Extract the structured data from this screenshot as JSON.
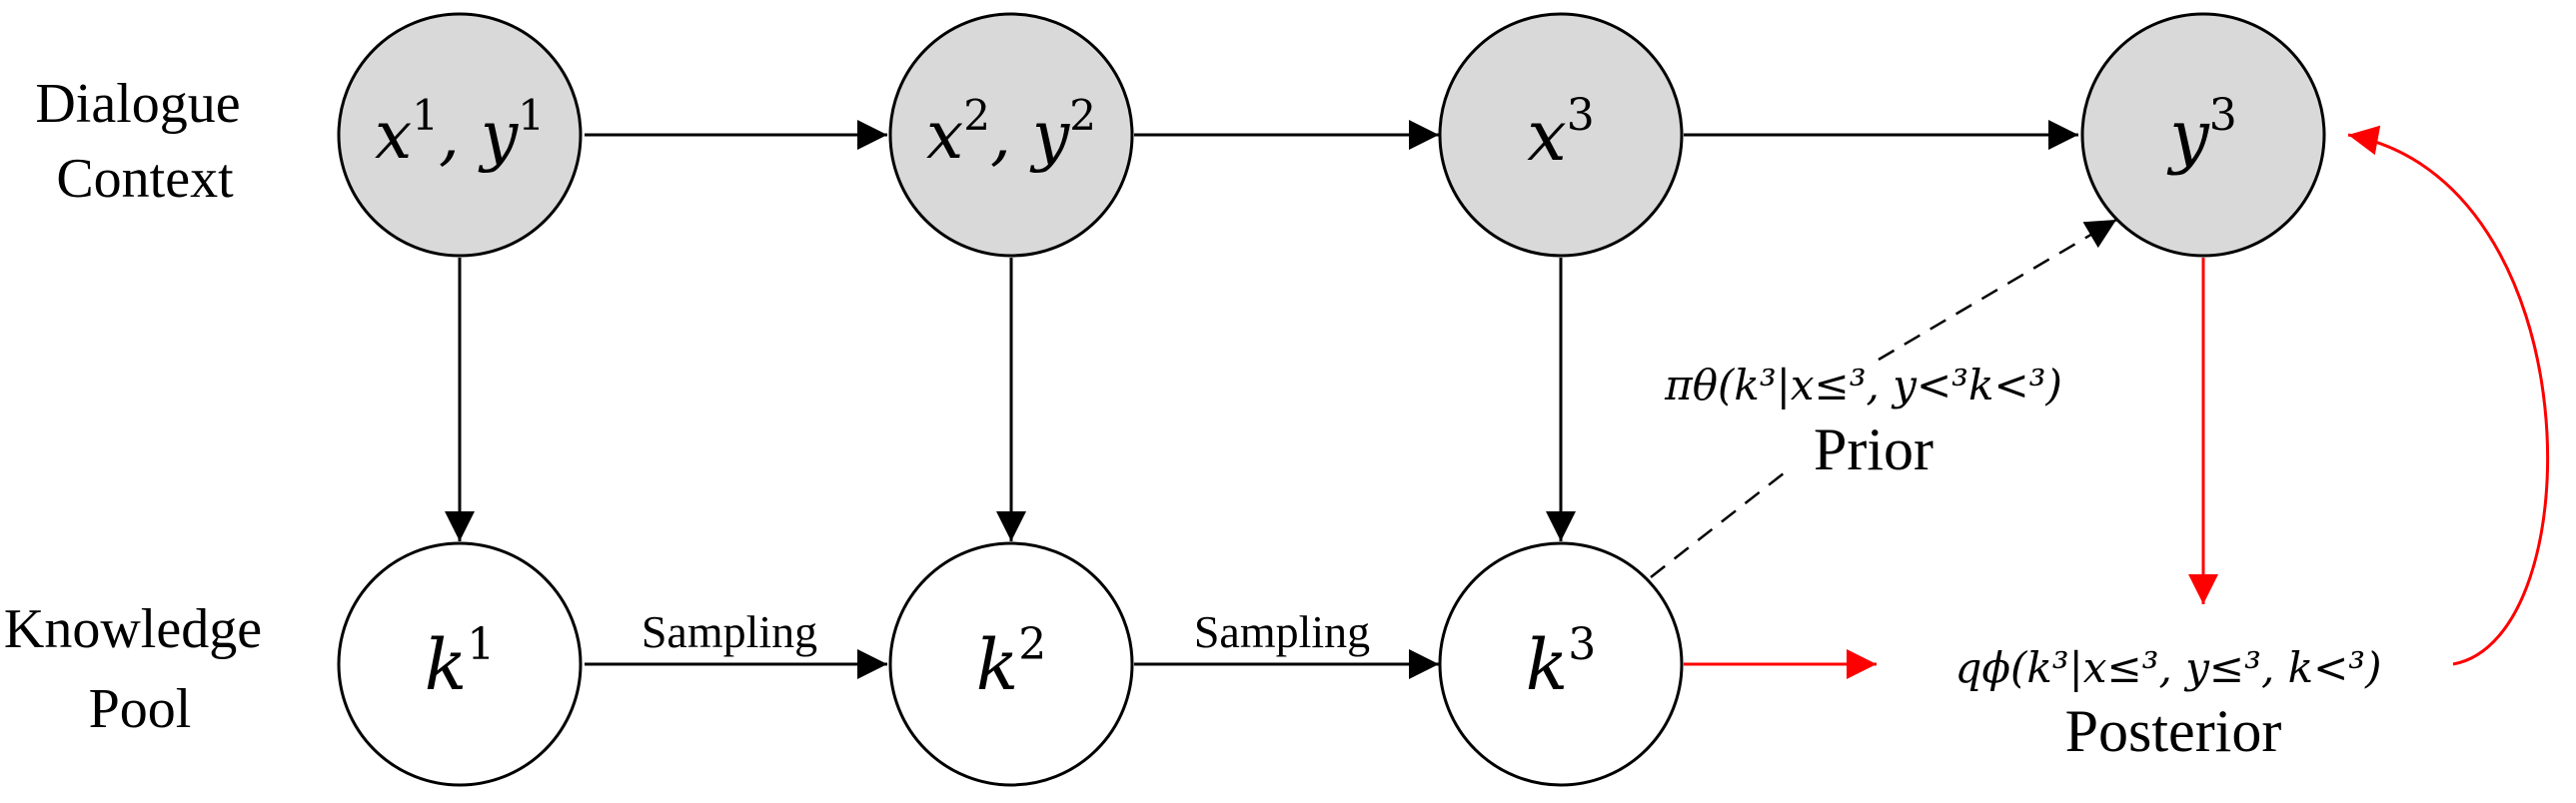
{
  "row_labels": {
    "dialogue_context": [
      "Dialogue",
      "Context"
    ],
    "knowledge_pool": [
      "Knowledge",
      "Pool"
    ]
  },
  "nodes": {
    "x1y1": {
      "base": [
        "x",
        ", y"
      ],
      "sup": [
        "1",
        "1"
      ]
    },
    "x2y2": {
      "base": [
        "x",
        ", y"
      ],
      "sup": [
        "2",
        "2"
      ]
    },
    "x3": {
      "base": "x",
      "sup": "3"
    },
    "y3": {
      "base": "y",
      "sup": "3"
    },
    "k1": {
      "base": "k",
      "sup": "1"
    },
    "k2": {
      "base": "k",
      "sup": "2"
    },
    "k3": {
      "base": "k",
      "sup": "3"
    }
  },
  "edge_labels": {
    "sampling_1": "Sampling",
    "sampling_2": "Sampling"
  },
  "prior": {
    "formula": "πθ(k³|x≤³, y<³k<³)",
    "label": "Prior"
  },
  "posterior": {
    "formula": "qϕ(k³|x≤³, y≤³, k<³)",
    "label": "Posterior"
  },
  "colors": {
    "observed_fill": "#d9d9d9",
    "latent_fill": "#ffffff",
    "stroke": "#000000",
    "posterior_arrow": "#ff0000"
  }
}
